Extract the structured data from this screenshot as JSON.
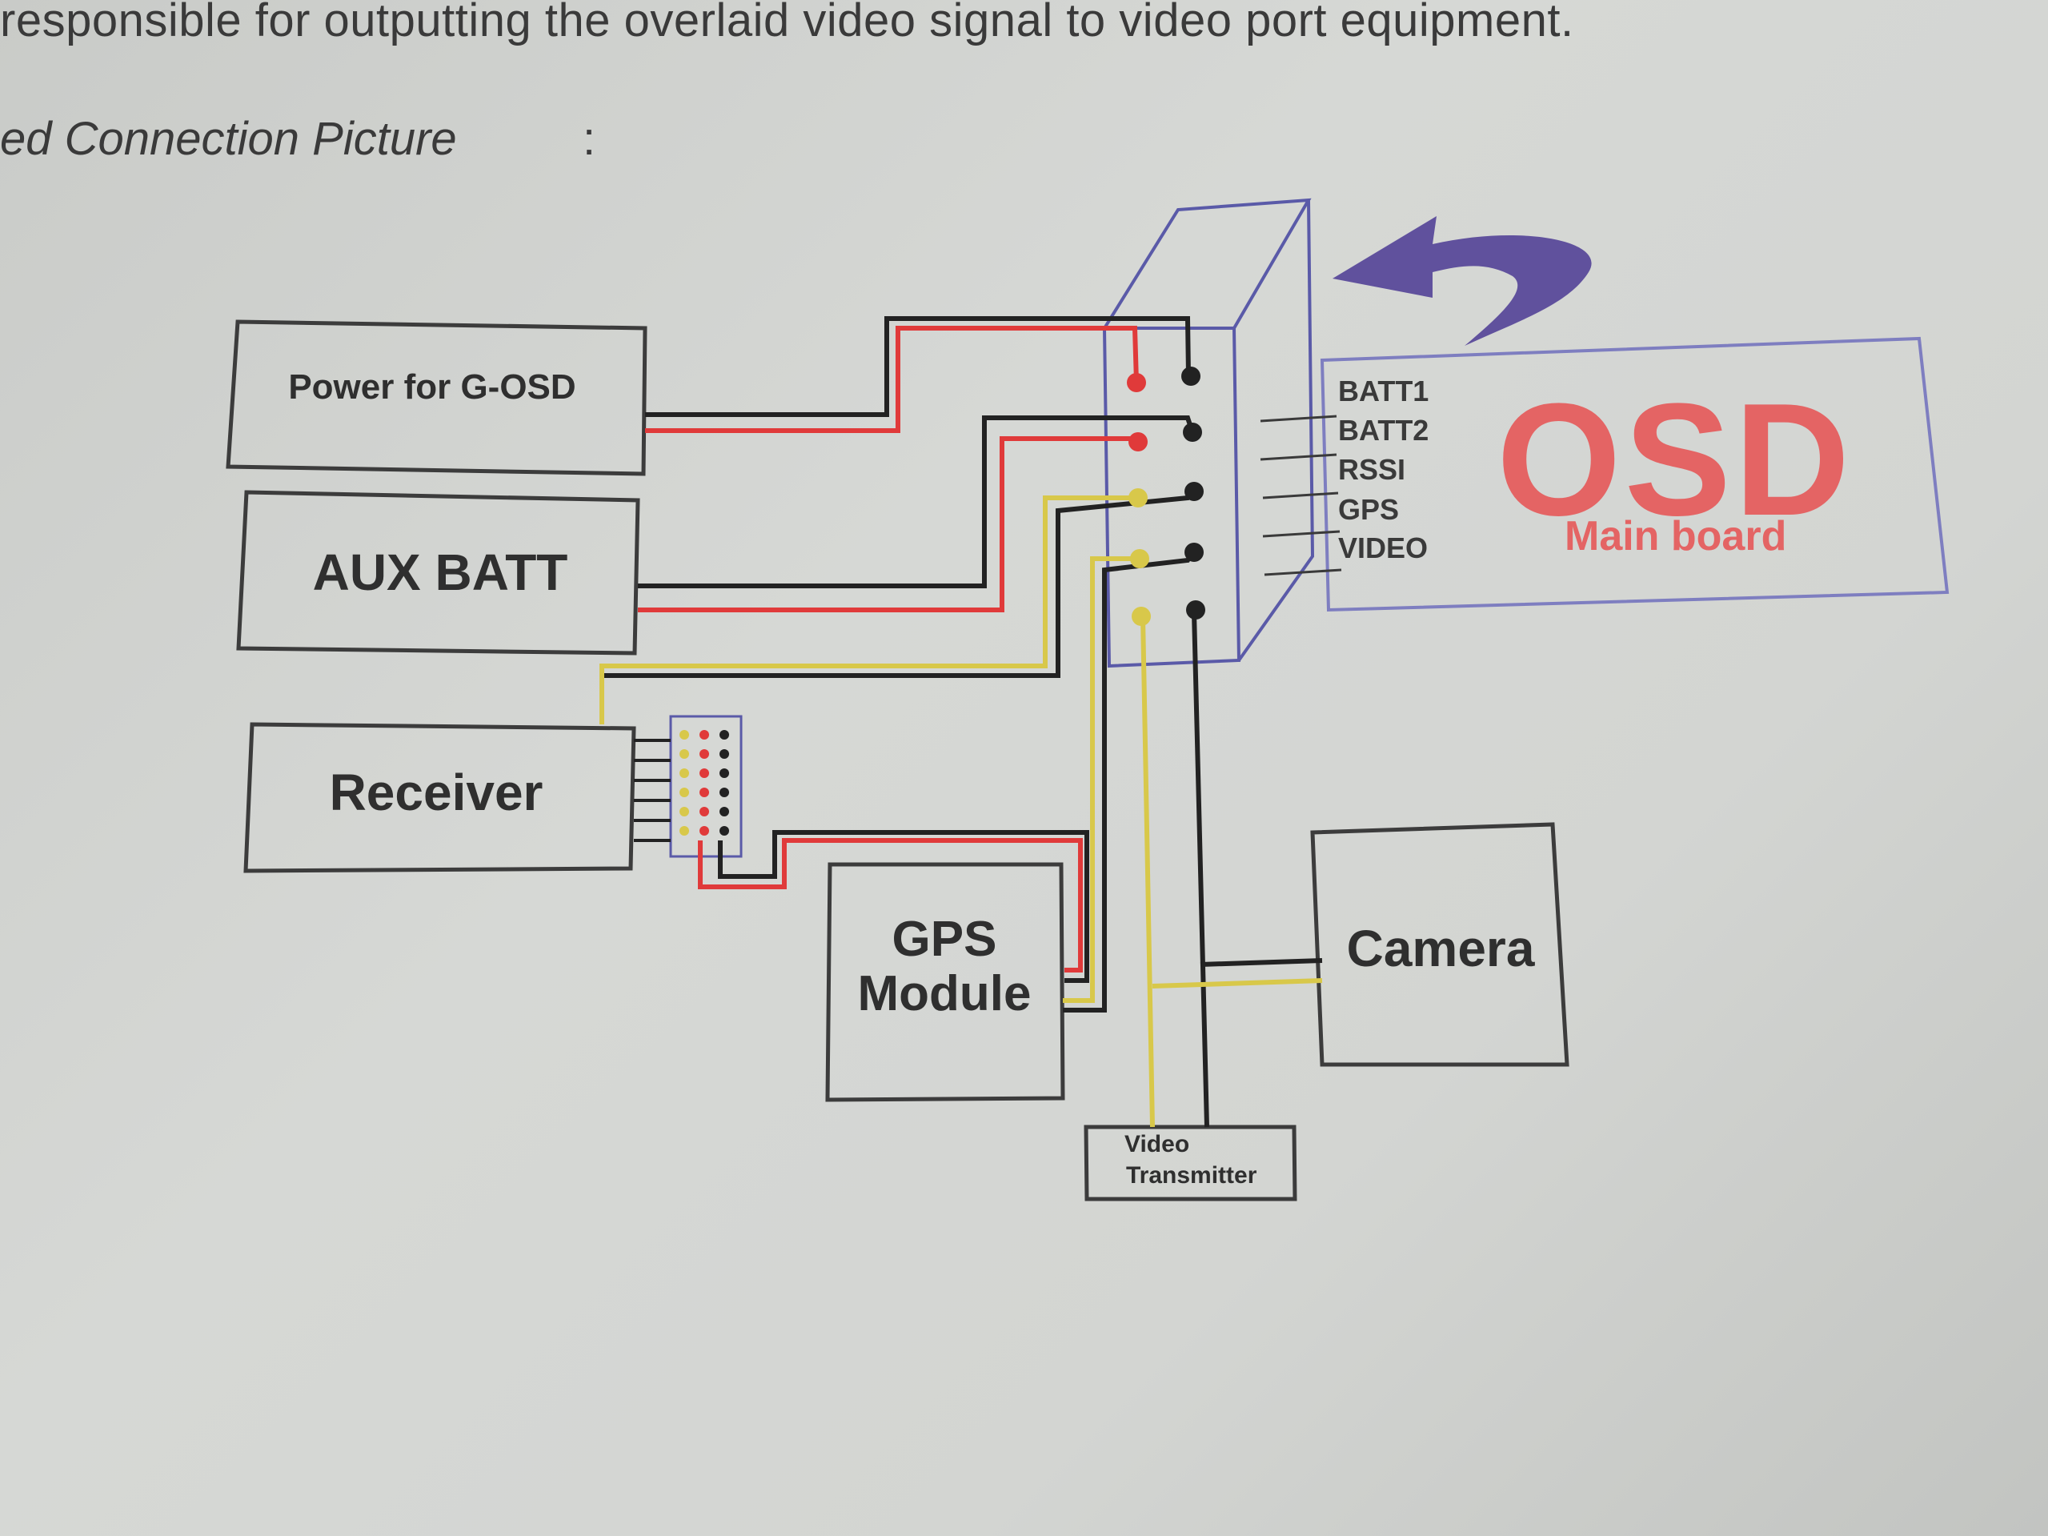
{
  "page": {
    "intro_text": "responsible for outputting the overlaid video signal to video port equipment.",
    "heading": "ed Connection Picture",
    "heading_colon": ":"
  },
  "diagram": {
    "boxes": {
      "power": "Power for G-OSD",
      "aux_batt": "AUX BATT",
      "receiver": "Receiver",
      "gps_line1": "GPS",
      "gps_line2": "Module",
      "camera": "Camera",
      "video_tx_line1": "Video",
      "video_tx_line2": "Transmitter"
    },
    "osd_board": {
      "title": "OSD",
      "subtitle": "Main board",
      "ports": [
        "BATT1",
        "BATT2",
        "RSSI",
        "GPS",
        "VIDEO"
      ]
    },
    "wire_colors": {
      "positive": "#e03a3a",
      "ground": "#222222",
      "signal": "#d8c84a",
      "connector_outline": "#5a5aa8",
      "arrow": "#5a4a9a"
    }
  }
}
